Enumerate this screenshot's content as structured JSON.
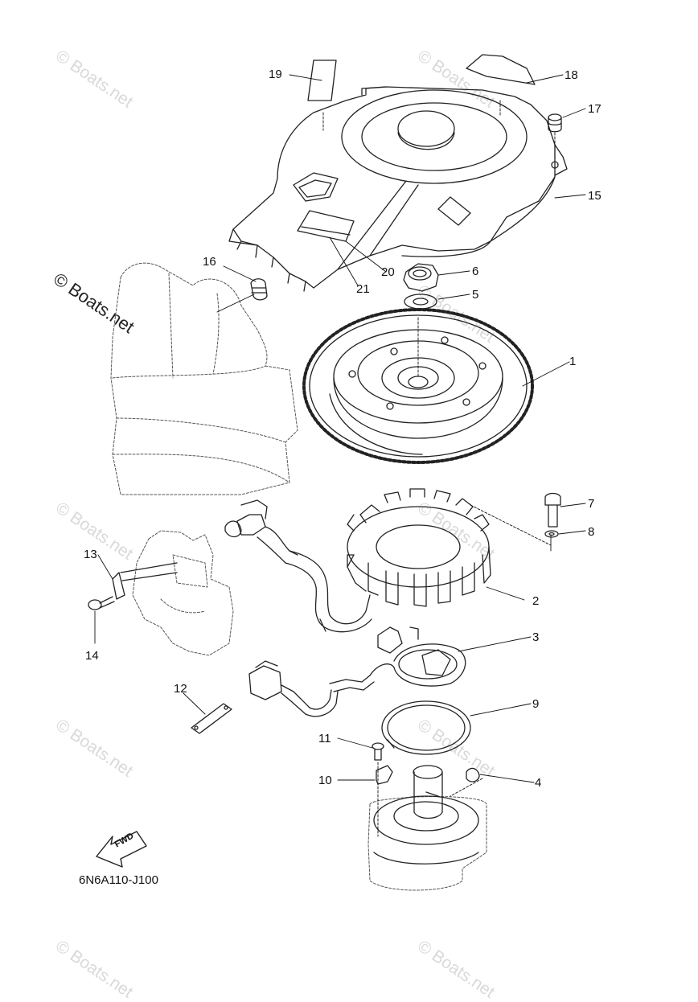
{
  "diagram": {
    "part_code": "6N6A110-J100",
    "fwd_label": "FWD",
    "watermark": "© Boats.net",
    "callouts": [
      "1",
      "2",
      "3",
      "4",
      "5",
      "6",
      "7",
      "8",
      "9",
      "10",
      "11",
      "12",
      "13",
      "14",
      "15",
      "16",
      "17",
      "18",
      "19",
      "20",
      "21"
    ]
  },
  "colors": {
    "line": "#222222",
    "ghost": "#9a9a9a",
    "watermark": "#d9d9d9"
  }
}
